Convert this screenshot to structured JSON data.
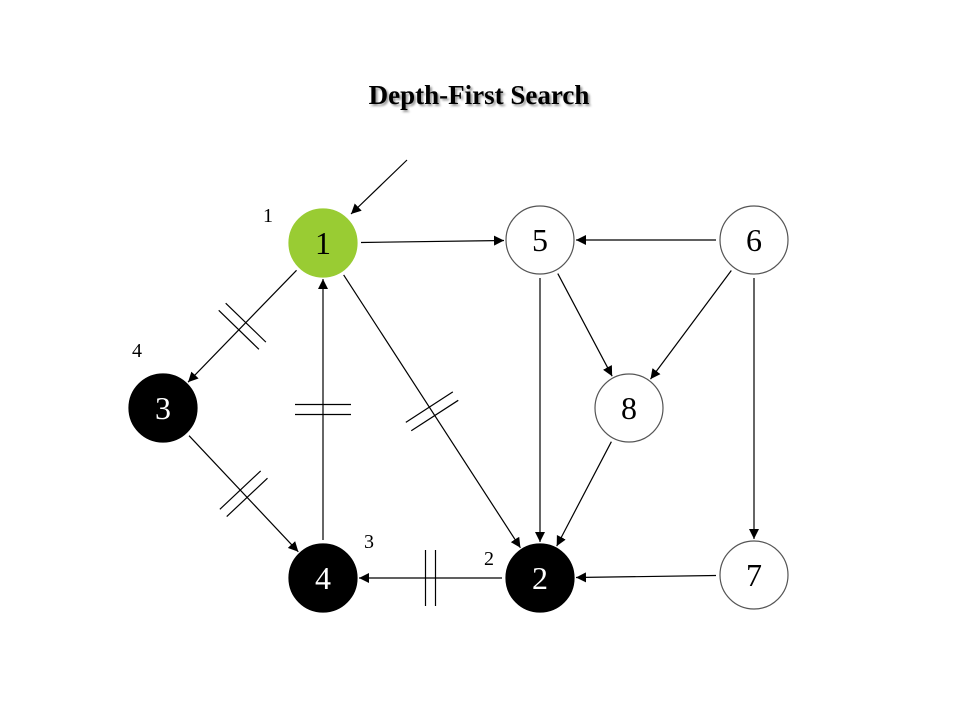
{
  "title": "Depth-First Search",
  "colors": {
    "current": "#99cc33",
    "visited": "#000000",
    "unvisited": "#ffffff",
    "stroke": "#555555",
    "edge": "#000000"
  },
  "nodes": [
    {
      "id": "1",
      "label": "1",
      "state": "current"
    },
    {
      "id": "2",
      "label": "2",
      "state": "visited"
    },
    {
      "id": "3",
      "label": "3",
      "state": "visited"
    },
    {
      "id": "4",
      "label": "4",
      "state": "visited"
    },
    {
      "id": "5",
      "label": "5",
      "state": "unvisited"
    },
    {
      "id": "6",
      "label": "6",
      "state": "unvisited"
    },
    {
      "id": "7",
      "label": "7",
      "state": "unvisited"
    },
    {
      "id": "8",
      "label": "8",
      "state": "unvisited"
    }
  ],
  "edges": [
    {
      "from": "1",
      "to": "5",
      "tree_edge": false
    },
    {
      "from": "1",
      "to": "3",
      "tree_edge": true
    },
    {
      "from": "1",
      "to": "2",
      "tree_edge": true
    },
    {
      "from": "4",
      "to": "1",
      "tree_edge": true
    },
    {
      "from": "3",
      "to": "4",
      "tree_edge": true
    },
    {
      "from": "2",
      "to": "4",
      "tree_edge": true
    },
    {
      "from": "6",
      "to": "5",
      "tree_edge": false
    },
    {
      "from": "5",
      "to": "8",
      "tree_edge": false
    },
    {
      "from": "5",
      "to": "2",
      "tree_edge": false
    },
    {
      "from": "6",
      "to": "8",
      "tree_edge": false
    },
    {
      "from": "6",
      "to": "7",
      "tree_edge": false
    },
    {
      "from": "8",
      "to": "2",
      "tree_edge": false
    },
    {
      "from": "7",
      "to": "2",
      "tree_edge": false
    }
  ],
  "entry_arrow_target": "1",
  "visit_order": [
    {
      "node": "1",
      "label": "1"
    },
    {
      "node": "2",
      "label": "2"
    },
    {
      "node": "4",
      "label": "3"
    },
    {
      "node": "3",
      "label": "4"
    }
  ]
}
